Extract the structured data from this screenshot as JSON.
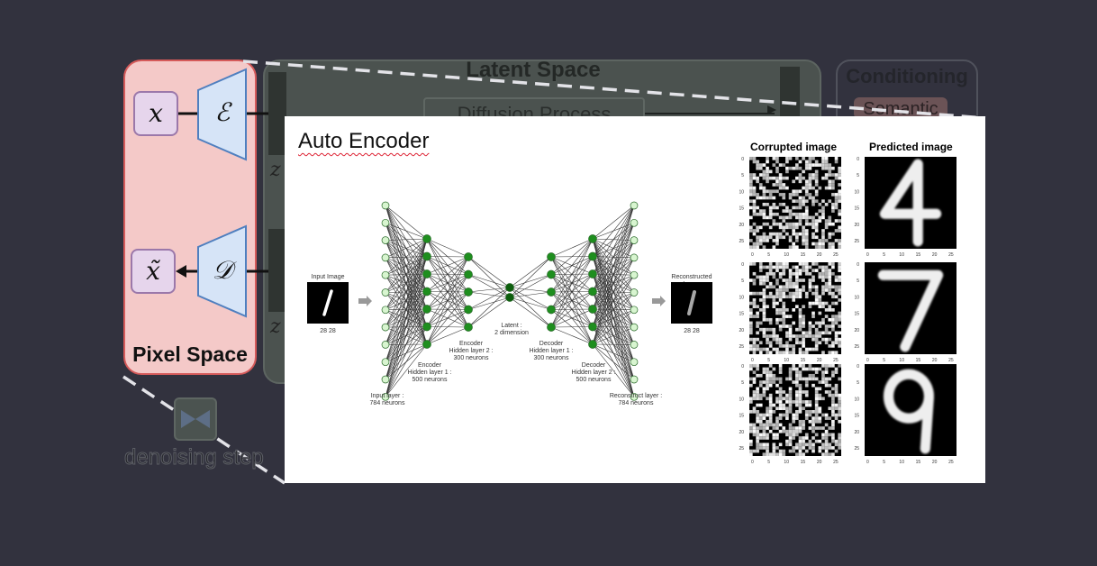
{
  "background": {
    "latent_space_title": "Latent Space",
    "diffusion_label": "Diffusion Process",
    "conditioning_title": "Conditioning",
    "conditioning_item": "Semantic",
    "pixel_space_title": "Pixel Space",
    "x_symbol": "x",
    "x_tilde_symbol": "x̃",
    "encoder_symbol": "ℰ",
    "decoder_symbol": "𝒟",
    "z_symbol": "z",
    "denoising_label": "denoising step"
  },
  "card": {
    "title": "Auto Encoder",
    "input_image_label": "Input Image",
    "input_dims": "28   28",
    "reconstructed_label": "Reconstructed Image",
    "output_dims": "28   28",
    "layers": {
      "input": "Input layer :\n784 neurons",
      "enc1": "Encoder\nHidden layer 1 :\n500 neurons",
      "enc2": "Encoder\nHidden layer 2 :\n300 neurons",
      "latent": "Latent :\n2 dimension",
      "dec1": "Decoder\nHidden layer 1 :\n300 neurons",
      "dec2": "Decoder\nHidden layer 2 :\n500 neurons",
      "output": "Reconstruct layer :\n784 neurons"
    },
    "corrupted_title": "Corrupted image",
    "predicted_title": "Predicted image",
    "predicted_digits": [
      "4",
      "7",
      "9"
    ],
    "axis_ticks": [
      "0",
      "5",
      "10",
      "15",
      "20",
      "25"
    ]
  },
  "colors": {
    "node_green": "#1e8e1e",
    "node_light": "#d8f5d0",
    "pixel_panel": "#f4c9c8",
    "encoder_fill": "#d6e4f7"
  }
}
